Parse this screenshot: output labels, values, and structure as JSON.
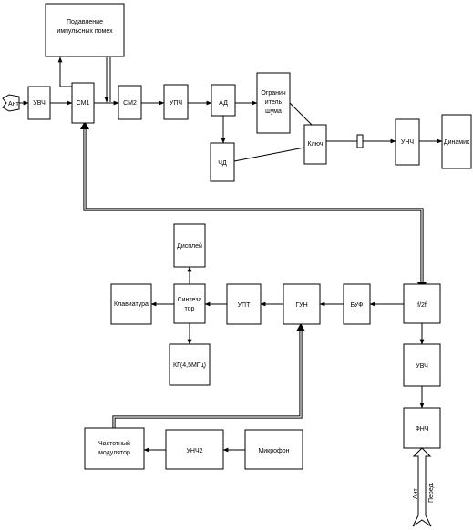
{
  "blocks": {
    "podavlenie": [
      "Подавление",
      "импульсных помех"
    ],
    "uvch_top": [
      "УВЧ"
    ],
    "sm1": [
      "СМ1"
    ],
    "sm2": [
      "СМ2"
    ],
    "upch": [
      "УПЧ"
    ],
    "ad": [
      "АД"
    ],
    "ogranichitel": [
      "Огранич",
      "итель",
      "шума"
    ],
    "chd": [
      "ЧД"
    ],
    "klyuch": [
      "Ключ"
    ],
    "unch": [
      "УНЧ"
    ],
    "dinamik": [
      "Динамик"
    ],
    "displey": [
      "Дисплей"
    ],
    "klaviatura": [
      "Клавиатура"
    ],
    "sintezator": [
      "Синтеза",
      "тор"
    ],
    "upt": [
      "УПТ"
    ],
    "gun": [
      "ГУН"
    ],
    "buf": [
      "БУФ"
    ],
    "f2f": [
      "f/2f"
    ],
    "kg": [
      "КГ(4,5МГц)"
    ],
    "uvch_bottom": [
      "УВЧ"
    ],
    "fnch": [
      "ФНЧ"
    ],
    "modulyator": [
      "Частотный",
      "модулятор"
    ],
    "unch2": [
      "УНЧ2"
    ],
    "mikrofon": [
      "Микрофон"
    ]
  },
  "antenna_rx": "Ант",
  "antenna_tx": [
    "Ант",
    "Перед."
  ]
}
